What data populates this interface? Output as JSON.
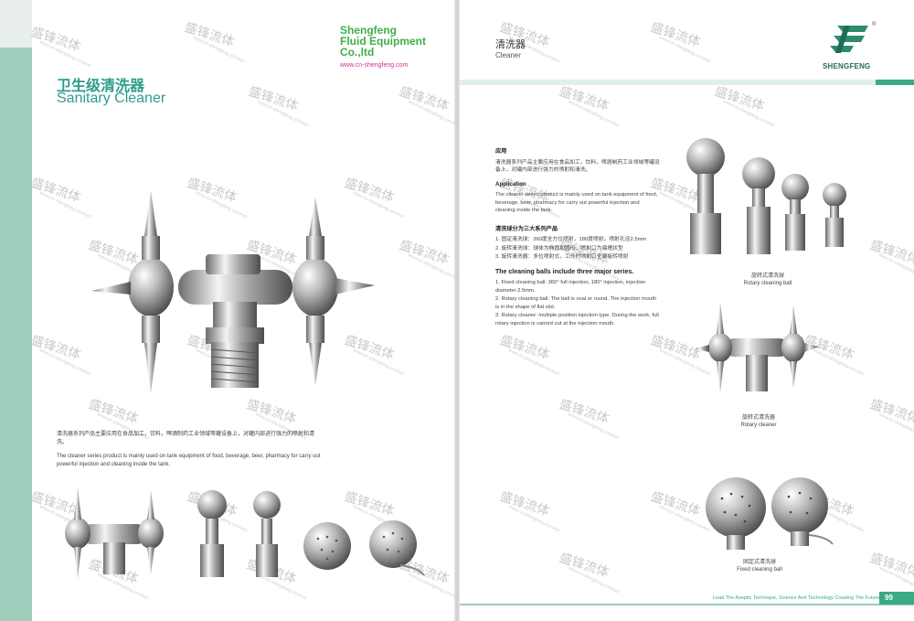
{
  "brand": {
    "line1": "Shengfeng",
    "line2": "Fluid Equipment",
    "line3": "Co.,ltd",
    "url": "www.cn-shengfeng.com",
    "logo_text": "SHENGFENG",
    "registered": "®"
  },
  "left": {
    "title_cn": "卫生级清洗器",
    "title_en": "Sanitary Cleaner",
    "desc_cn": "清洗器系列产品主要应用在食品加工，饮料，啤酒制药工业领域等罐设备上，对罐内部进行强力的喷射和清洗。",
    "desc_en": "The cleaner series product is mainly used on tank equipment of food, beverage, beer, pharmacy for carry out powerful injection and cleaning inside the tank."
  },
  "right": {
    "header_cn": "清洗器",
    "header_en": "Cleaner",
    "app_cn_heading": "应用",
    "app_cn_text": "清洗器系列产品主要应用在食品加工，饮料，啤酒制药工业领域等罐设备上，对罐内部进行强力的喷射和清洗。",
    "app_en_heading": "Application",
    "app_en_text": "The cleaner series product is mainly used on tank equipment of food, beverage, beer, pharmacy for carry out powerful injection and cleaning inside the tank.",
    "series_cn_heading": "清洗球分为三大系列产品",
    "series_cn_items": [
      "1. 固定清洗球：360度全方位喷射，180度喷射，喷射孔径2.5mm",
      "2. 旋转清洗球：球体为椭圆和圆形，喷射口为扁槽状型",
      "3. 旋转清洗器：多位喷射式，工作时喷射口全部旋转喷射"
    ],
    "series_en_heading": "The cleaning balls include three major series.",
    "series_en_items": [
      "1. Fixed cleaning ball: 360° full injection, 180° injection, injection diameter 2.5mm.",
      "2. Rotary cleaning ball: The ball is oval or round. The injection mouth is in the shape of flat slot.",
      "3. Rotary cleaner: multiple position injection type. During the work, full rotary injection is carried out at the injection mouth."
    ],
    "caption_rotary_ball_cn": "旋转式清洗球",
    "caption_rotary_ball_en": "Rotary cleaning ball",
    "caption_rotary_cleaner_cn": "旋转式清洗器",
    "caption_rotary_cleaner_en": "Rotary cleaner",
    "caption_fixed_ball_cn": "固定式清洗球",
    "caption_fixed_ball_en": "Fixed cleaning ball"
  },
  "footer": {
    "tagline": "Lead The Aseptic Technique, Science And Technology Creating The Future",
    "page": "99"
  },
  "watermark": {
    "cn": "盛锋流体",
    "url": "www.cn-shengfeng.com/en/"
  },
  "colors": {
    "accent": "#3aaa87",
    "title": "#2e9d8a",
    "band": "#9ecdbb",
    "brand_green": "#3fae49",
    "url_pink": "#d0308a"
  }
}
